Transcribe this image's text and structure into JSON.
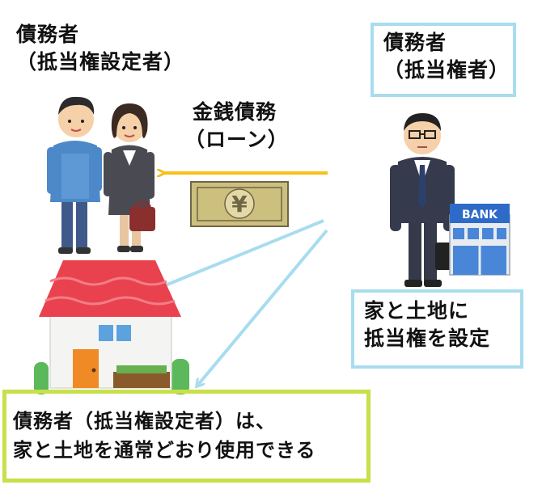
{
  "debtor": {
    "title": "債務者",
    "role": "（抵当権設定者）"
  },
  "creditor": {
    "title": "債務者",
    "role": "（抵当権者）"
  },
  "loan": {
    "title": "金銭債務",
    "note": "（ローン）"
  },
  "money_symbol": "¥",
  "bank_sign": "BANK",
  "mortgage": {
    "line1": "家と土地に",
    "line2": "抵当権を設定"
  },
  "summary": {
    "line1": "債務者（抵当権設定者）は、",
    "line2": "家と土地を通常どおり使用できる"
  },
  "colors": {
    "loan_arrow": "#f7c01c",
    "mortgage_arrow": "#a8dcef",
    "box_border": "#a8dcef",
    "summary_border": "#c8e04a",
    "roof": "#e9424e",
    "bill": "#cdbf7e"
  }
}
